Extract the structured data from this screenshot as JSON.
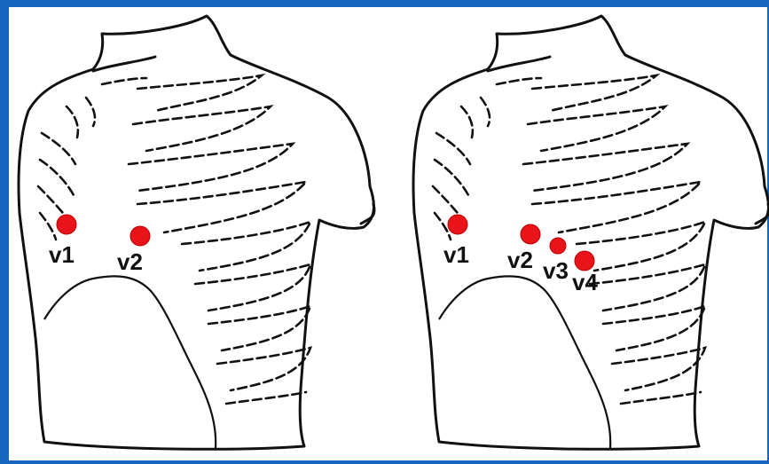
{
  "colors": {
    "frame": "#1565c0",
    "background": "#ffffff",
    "lines": "#111111",
    "electrode": "#e8141a"
  },
  "panels": [
    {
      "electrodes": [
        {
          "label": "v1"
        },
        {
          "label": "v2"
        }
      ]
    },
    {
      "electrodes": [
        {
          "label": "v1"
        },
        {
          "label": "v2"
        },
        {
          "label": "v3"
        },
        {
          "label": "v4"
        }
      ]
    }
  ]
}
